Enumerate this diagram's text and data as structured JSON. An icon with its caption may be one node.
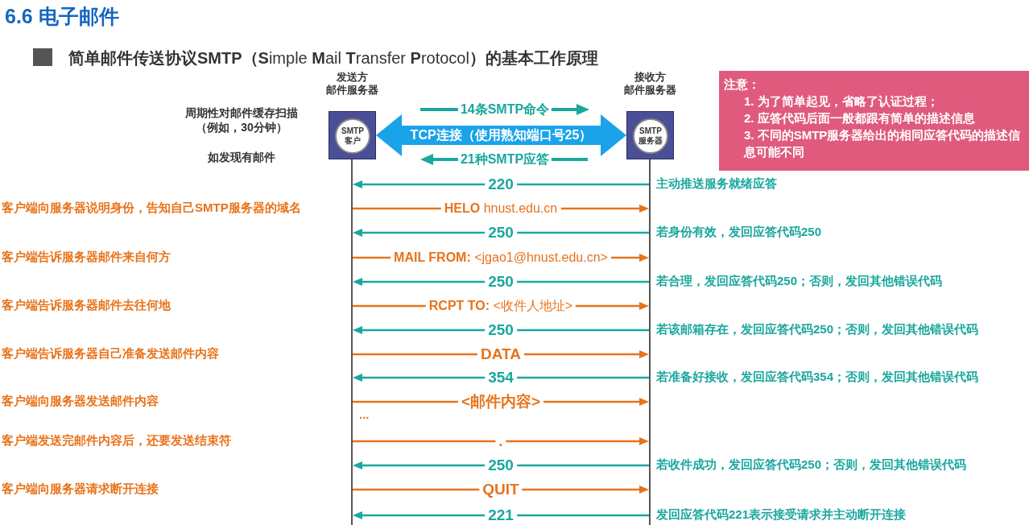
{
  "diagram": {
    "title": "6.6 电子邮件",
    "nodes": [
      {
        "text": [
          "发送方",
          "邮件服务器",
          "SMTP 客户"
        ],
        "beside": [
          "周期性对邮件缓存扫描（例如，30分钟）",
          "如发现有邮件"
        ]
      },
      {
        "text": [
          "接收方",
          "邮件服务器",
          "SMTP 服务器"
        ]
      },
      {
        "text": [],
        "shape": "bar"
      },
      {
        "text": [],
        "shape": "bar"
      },
      {
        "text": [
          "注意：",
          "1. 为了简单起见，省略了认证过程；",
          "2. 应答代码后面一般都跟有简单的描述信息",
          "3. 不同的SMTP服务器给出的相同应答代码的描述信息可能不同"
        ]
      }
    ],
    "edges": [
      {
        "from": 0,
        "to": 1,
        "arrow": "both",
        "label": "TCP连接（使用熟知端口号25）",
        "style": "thick",
        "color": "#1aa3e8"
      },
      {
        "from": 3,
        "to": 2,
        "arrow": "to",
        "label": "220"
      },
      {
        "from": 2,
        "to": 3,
        "arrow": "to",
        "label": "**HELO** hnust.edu.cn",
        "color": "#e8731a"
      },
      {
        "from": 3,
        "to": 2,
        "arrow": "to",
        "label": "250"
      },
      {
        "from": 2,
        "to": 3,
        "arrow": "to",
        "label": "**MAIL FROM:** <jgao1@hnust.edu.cn>",
        "color": "#e8731a"
      },
      {
        "from": 3,
        "to": 2,
        "arrow": "to",
        "label": "250"
      },
      {
        "from": 2,
        "to": 3,
        "arrow": "to",
        "label": "**RCPT TO:** <收件人地址>",
        "color": "#e8731a"
      },
      {
        "from": 3,
        "to": 2,
        "arrow": "to",
        "label": "250"
      },
      {
        "from": 2,
        "to": 3,
        "arrow": "to",
        "label": "DATA",
        "color": "#e8731a"
      },
      {
        "from": 3,
        "to": 2,
        "arrow": "to",
        "label": "354"
      },
      {
        "from": 2,
        "to": 3,
        "arrow": "to",
        "label": "<邮件内容>",
        "color": "#e8731a"
      },
      {
        "from": 2,
        "to": 3,
        "arrow": "to",
        "label": ".",
        "color": "#e8731a"
      },
      {
        "from": 3,
        "to": 2,
        "arrow": "to",
        "label": "250"
      },
      {
        "from": 2,
        "to": 3,
        "arrow": "to",
        "label": "QUIT",
        "color": "#e8731a"
      },
      {
        "from": 3,
        "to": 2,
        "arrow": "to",
        "label": "221"
      }
    ],
    "labels": [
      "**简单邮件传送协议SMTP（S**imple **M**ail **T**ransfer **P**rotocol**）的基本工作原理**",
      "14条SMTP命令",
      "21种SMTP应答",
      "主动推送服务就绪应答",
      "客户端向服务器说明身份，告知自己SMTP服务器的域名",
      "若身份有效，发回应答代码250",
      "客户端告诉服务器邮件来自何方",
      "若合理，发回应答代码250；否则，发回其他错误代码",
      "客户端告诉服务器邮件去往何地",
      "若该邮箱存在，发回应答代码250；否则，发回其他错误代码",
      "客户端告诉服务器自己准备发送邮件内容",
      "若准备好接收，发回应答代码354；否则，发回其他错误代码",
      "客户端向服务器发送邮件内容",
      "...",
      "客户端发送完邮件内容后，还要发送结束符",
      "若收件成功，发回应答代码250；否则，发回其他错误代码",
      "客户端向服务器请求断开连接",
      "发回应答代码221表示接受请求并主动断开连接"
    ]
  }
}
